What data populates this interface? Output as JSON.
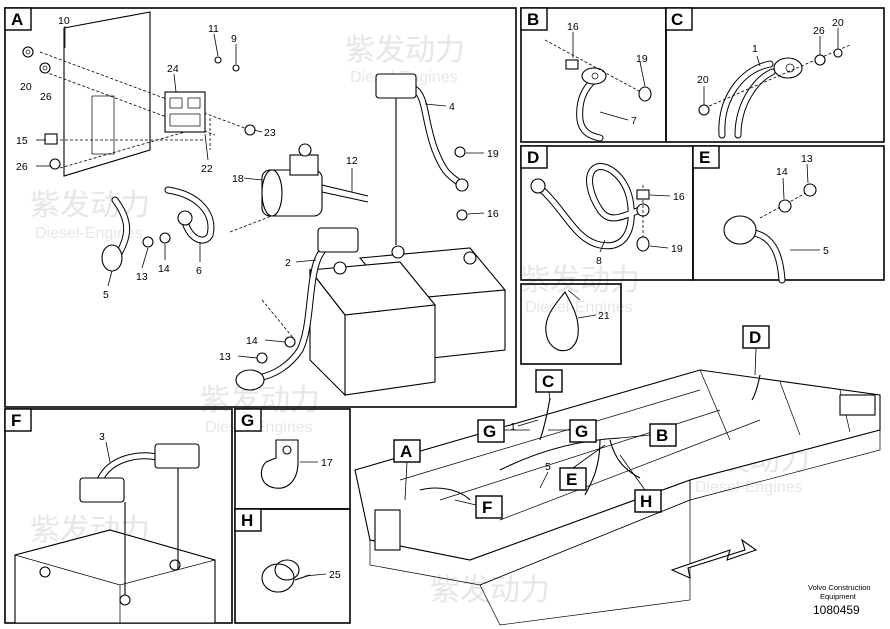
{
  "panels": {
    "A": "A",
    "B": "B",
    "C": "C",
    "D": "D",
    "E": "E",
    "F": "F",
    "G": "G",
    "H": "H"
  },
  "panel_A_callouts": [
    "10",
    "11",
    "9",
    "24",
    "20",
    "26",
    "15",
    "26",
    "23",
    "22",
    "18",
    "12",
    "4",
    "19",
    "16",
    "2",
    "5",
    "13",
    "14",
    "6",
    "14",
    "13"
  ],
  "panel_B_callouts": [
    "16",
    "19",
    "7"
  ],
  "panel_C_callouts": [
    "1",
    "26",
    "20",
    "20"
  ],
  "panel_D_callouts": [
    "16",
    "8",
    "19"
  ],
  "panel_E_callouts": [
    "14",
    "13",
    "5"
  ],
  "panel_21_callouts": [
    "21"
  ],
  "panel_F_callouts": [
    "3"
  ],
  "panel_G_callouts": [
    "17"
  ],
  "panel_H_callouts": [
    "25"
  ],
  "overview": {
    "callouts": [
      "1",
      "5"
    ],
    "tags": [
      "C",
      "D",
      "G",
      "G",
      "B",
      "A",
      "E",
      "H",
      "F"
    ]
  },
  "watermark": {
    "brand": "紫发动力",
    "sub": "Diesel-Engines"
  },
  "footer": {
    "line1": "Volvo Construction",
    "line2": "Equipment",
    "doc_number": "1080459"
  }
}
